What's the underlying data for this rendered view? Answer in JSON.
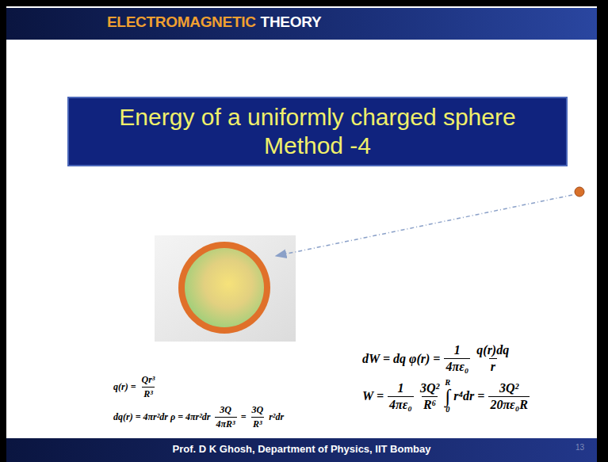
{
  "diagram": {
    "title": "Energy of a uniformly charged sphere Method -4",
    "caption": "Prof. D K Ghosh, Department of Physics, IIT Bombay",
    "labels": [
      "ELECTROMAGNETIC",
      "THEORY",
      "dW = dq φ(r) =",
      "1",
      "4πε₀",
      "q(r)dq",
      "r",
      "W =",
      "1",
      "4πε₀",
      "3Q²",
      "R⁶",
      "R",
      "∫",
      "0",
      "r⁴dr =",
      "3Q²",
      "20πε₀R",
      "q(r) =",
      "Qr³",
      "R³",
      "dq(r) = 4πr²dr ρ = 4πr²dr",
      "3Q",
      "4πR³",
      "=",
      "3Q",
      "R³",
      "r²dr",
      "13"
    ]
  }
}
